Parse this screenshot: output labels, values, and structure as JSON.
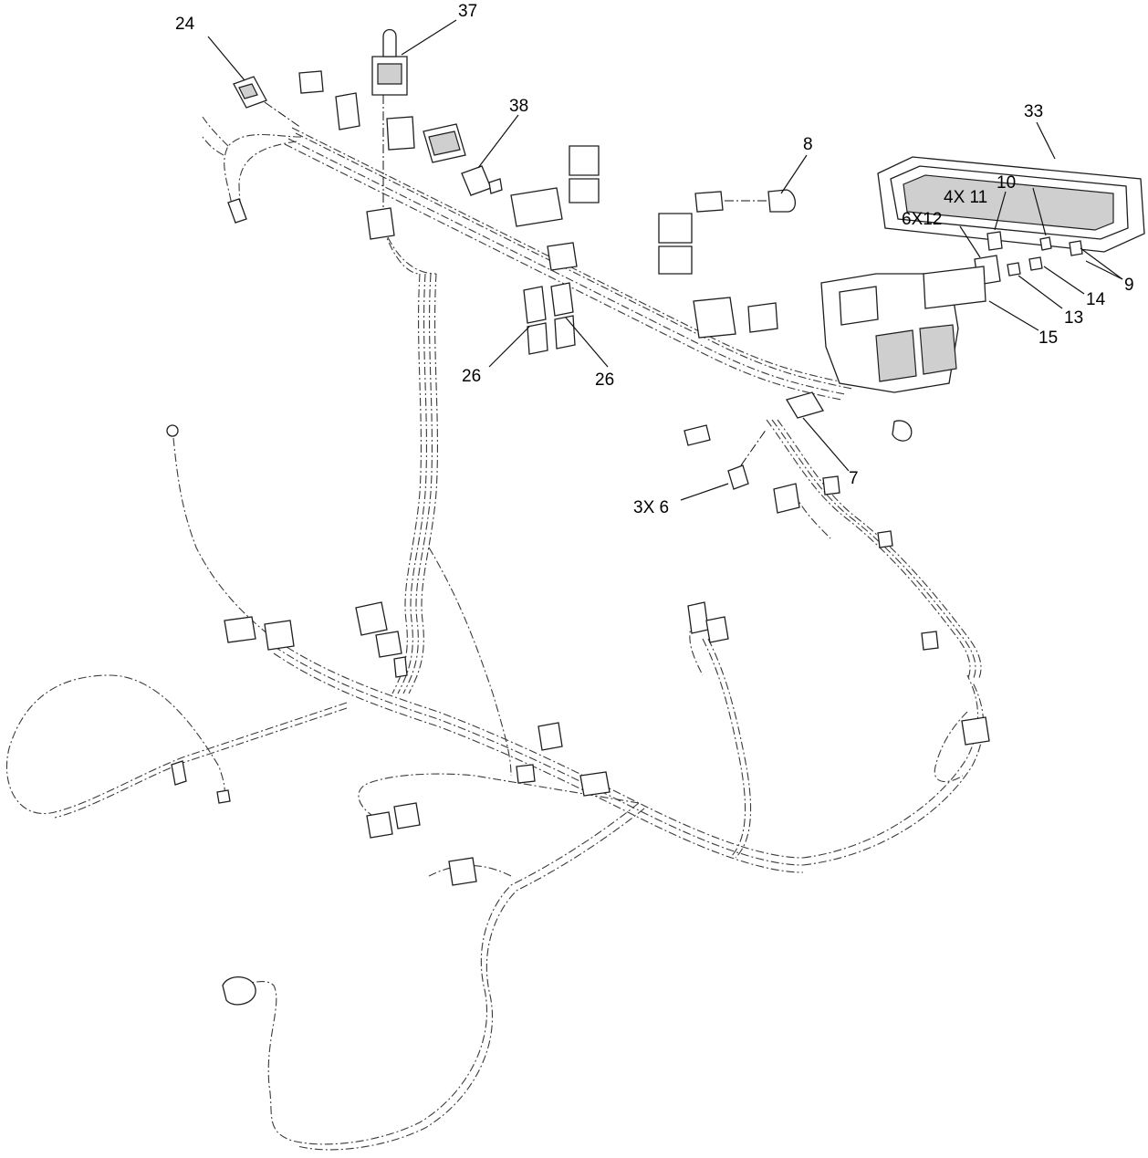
{
  "callouts": {
    "c24": "24",
    "c37": "37",
    "c38": "38",
    "c8": "8",
    "c33": "33",
    "c10": "10",
    "c4x11": "4X 11",
    "c6x12": "6X12",
    "c9": "9",
    "c14": "14",
    "c13": "13",
    "c15": "15",
    "c26a": "26",
    "c26b": "26",
    "c7": "7",
    "c3x6": "3X 6"
  }
}
